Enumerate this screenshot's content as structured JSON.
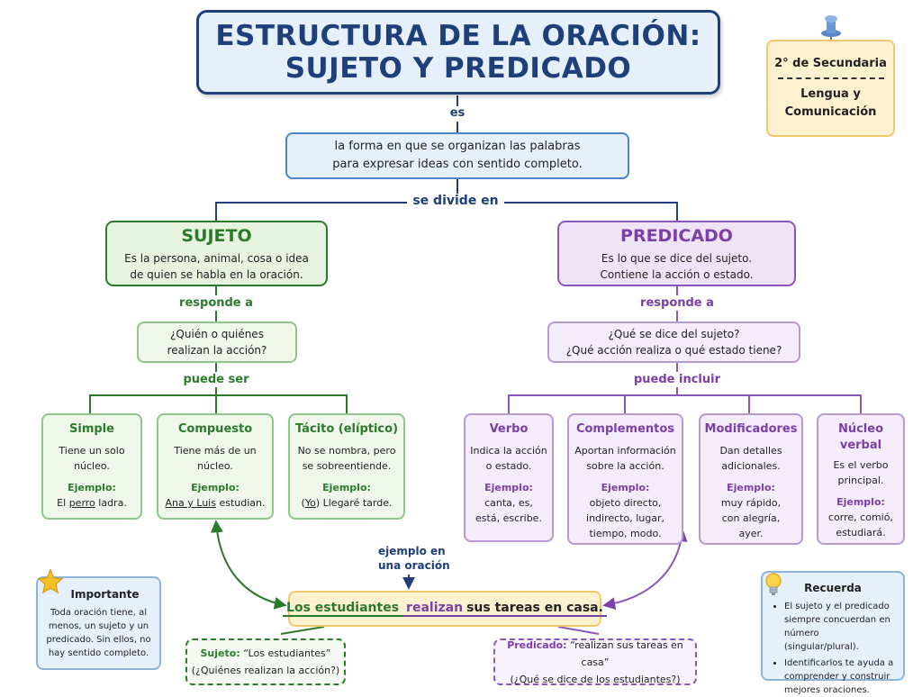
{
  "title": {
    "line1": "ESTRUCTURA DE LA ORACIÓN:",
    "line2": "SUJETO Y PREDICADO"
  },
  "grade": {
    "level": "2° de Secundaria",
    "subject_line1": "Lengua y",
    "subject_line2": "Comunicación"
  },
  "connectors": {
    "es": "es",
    "se_divide_en": "se divide en",
    "responde_a_sujeto": "responde a",
    "responde_a_predicado": "responde a",
    "puede_ser": "puede ser",
    "puede_incluir": "puede incluir",
    "ejemplo_line1": "ejemplo en",
    "ejemplo_line2": "una oración"
  },
  "definition": {
    "line1": "la forma en que se organizan las palabras",
    "line2": "para expresar ideas con sentido completo."
  },
  "sujeto": {
    "title": "SUJETO",
    "line1": "Es la persona, animal, cosa o idea",
    "line2": "de quien se habla en la oración.",
    "question_line1": "¿Quién o quiénes",
    "question_line2": "realizan la acción?",
    "types": [
      {
        "title": "Simple",
        "desc_line1": "Tiene un solo",
        "desc_line2": "núcleo.",
        "example_label": "Ejemplo:",
        "ex_pre": "El ",
        "ex_u": "perro",
        "ex_post": " ladra."
      },
      {
        "title": "Compuesto",
        "desc_line1": "Tiene más de un",
        "desc_line2": "núcleo.",
        "example_label": "Ejemplo:",
        "ex_pre": "",
        "ex_u": "Ana y Luis",
        "ex_post": " estudian."
      },
      {
        "title": "Tácito (elíptico)",
        "desc_line1": "No se nombra, pero",
        "desc_line2": "se sobreentiende.",
        "example_label": "Ejemplo:",
        "ex_pre": "(",
        "ex_u": "Yo",
        "ex_post": ") Llegaré tarde."
      }
    ]
  },
  "predicado": {
    "title": "PREDICADO",
    "line1": "Es lo que se dice del sujeto.",
    "line2": "Contiene la acción o estado.",
    "question_line1": "¿Qué se dice del sujeto?",
    "question_line2": "¿Qué acción realiza o qué estado tiene?",
    "parts": [
      {
        "title": "Verbo",
        "desc_line1": "Indica la acción",
        "desc_line2": "o estado.",
        "example_label": "Ejemplo:",
        "ex_line1": "canta, es,",
        "ex_line2": "está, escribe."
      },
      {
        "title": "Complementos",
        "desc_line1": "Aportan información",
        "desc_line2": "sobre la acción.",
        "example_label": "Ejemplo:",
        "ex_line1": "objeto directo,",
        "ex_line2": "indirecto, lugar,",
        "ex_line3": "tiempo, modo."
      },
      {
        "title": "Modificadores",
        "desc_line1": "Dan detalles",
        "desc_line2": "adicionales.",
        "example_label": "Ejemplo:",
        "ex_line1": "muy rápido,",
        "ex_line2": "con alegría,",
        "ex_line3": "ayer."
      },
      {
        "title_line1": "Núcleo",
        "title_line2": "verbal",
        "desc_line1": "Es el verbo",
        "desc_line2": "principal.",
        "example_label": "Ejemplo:",
        "ex_line1": "corre, comió,",
        "ex_line2": "estudiará."
      }
    ]
  },
  "example": {
    "subject": "Los estudiantes",
    "verb": "realizan",
    "rest": "sus tareas en casa.",
    "subject_label": "Sujeto:",
    "subject_value": "“Los estudiantes”",
    "subject_question": "(¿Quiénes realizan la acción?)",
    "predicate_label": "Predicado:",
    "predicate_value": "“realizan sus tareas en casa”",
    "predicate_question": "(¿Qué se dice de los estudiantes?)"
  },
  "importante": {
    "title": "Importante",
    "line1": "Toda oración tiene, al",
    "line2": "menos, un sujeto y un",
    "line3": "predicado. Sin ellos, no",
    "line4": "hay sentido completo."
  },
  "recuerda": {
    "title": "Recuerda",
    "items": [
      "El sujeto y el predicado siempre concuerdan en número (singular/plural).",
      "Identificarlos te ayuda a comprender y construir mejores oraciones."
    ]
  },
  "colors": {
    "navy": "#1f3f7a",
    "green": "#2c7a2c",
    "purple": "#7b3fa8",
    "yellow": "#fdf1cf",
    "light_blue": "#e6f0fb"
  },
  "icons": [
    "pushpin-icon",
    "star-icon",
    "lightbulb-icon"
  ]
}
